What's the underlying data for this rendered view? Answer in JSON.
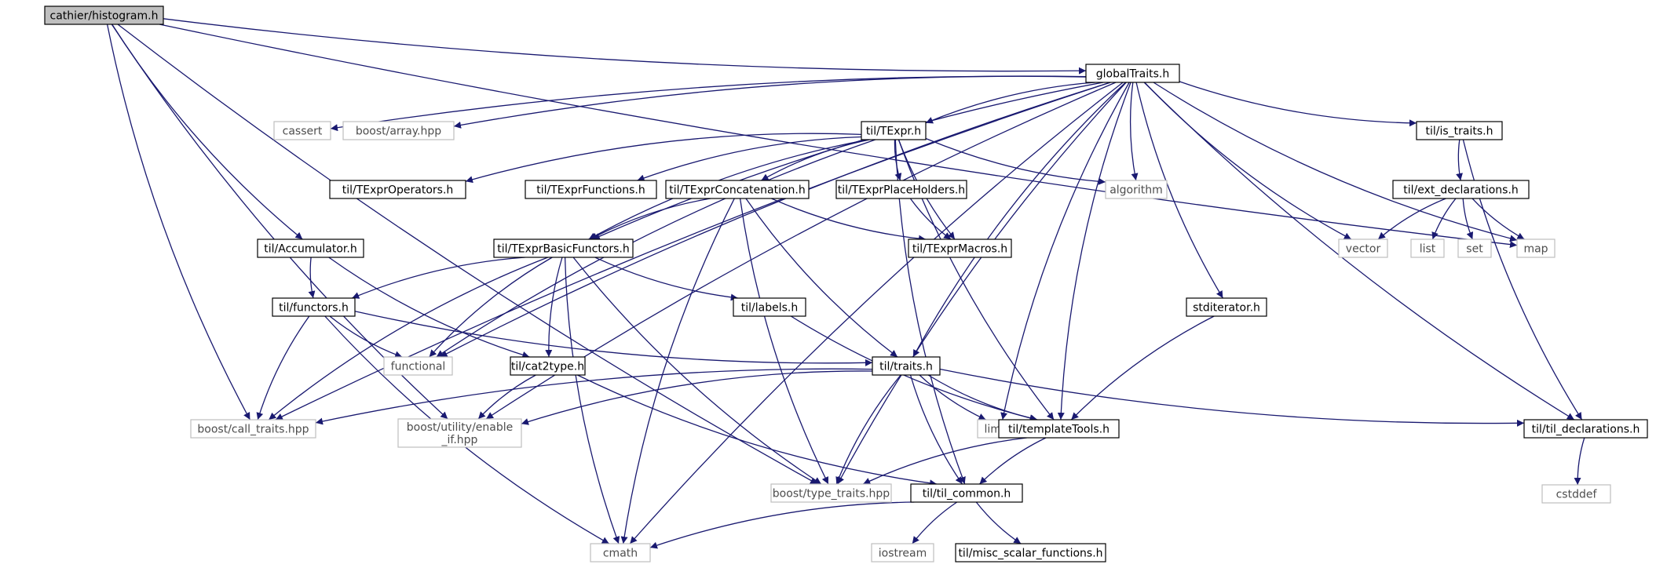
{
  "colors": {
    "edge": "#191970",
    "root_fill": "#bfbfbf",
    "external_border": "#bfbfbf",
    "local_border": "#000000"
  },
  "nodes": [
    {
      "id": "histogram",
      "label": "cathier/histogram.h",
      "kind": "root"
    },
    {
      "id": "globalTraits",
      "label": "globalTraits.h",
      "kind": "local"
    },
    {
      "id": "cassert",
      "label": "cassert",
      "kind": "ext"
    },
    {
      "id": "boost_array",
      "label": "boost/array.hpp",
      "kind": "ext"
    },
    {
      "id": "TExpr",
      "label": "til/TExpr.h",
      "kind": "local"
    },
    {
      "id": "is_traits",
      "label": "til/is_traits.h",
      "kind": "local"
    },
    {
      "id": "TExprOperators",
      "label": "til/TExprOperators.h",
      "kind": "local"
    },
    {
      "id": "TExprFunctions",
      "label": "til/TExprFunctions.h",
      "kind": "local"
    },
    {
      "id": "TExprConcatenation",
      "label": "til/TExprConcatenation.h",
      "kind": "local"
    },
    {
      "id": "TExprPlaceHolders",
      "label": "til/TExprPlaceHolders.h",
      "kind": "local"
    },
    {
      "id": "algorithm",
      "label": "algorithm",
      "kind": "ext"
    },
    {
      "id": "ext_declarations",
      "label": "til/ext_declarations.h",
      "kind": "local"
    },
    {
      "id": "Accumulator",
      "label": "til/Accumulator.h",
      "kind": "local"
    },
    {
      "id": "TExprBasicFunctors",
      "label": "til/TExprBasicFunctors.h",
      "kind": "local"
    },
    {
      "id": "TExprMacros",
      "label": "til/TExprMacros.h",
      "kind": "local"
    },
    {
      "id": "vector",
      "label": "vector",
      "kind": "ext"
    },
    {
      "id": "list",
      "label": "list",
      "kind": "ext"
    },
    {
      "id": "set",
      "label": "set",
      "kind": "ext"
    },
    {
      "id": "map",
      "label": "map",
      "kind": "ext"
    },
    {
      "id": "functors",
      "label": "til/functors.h",
      "kind": "local"
    },
    {
      "id": "labels",
      "label": "til/labels.h",
      "kind": "local"
    },
    {
      "id": "stditerator",
      "label": "stditerator.h",
      "kind": "local"
    },
    {
      "id": "functional",
      "label": "functional",
      "kind": "ext"
    },
    {
      "id": "cat2type",
      "label": "til/cat2type.h",
      "kind": "local"
    },
    {
      "id": "traits",
      "label": "til/traits.h",
      "kind": "local"
    },
    {
      "id": "call_traits",
      "label": "boost/call_traits.hpp",
      "kind": "ext"
    },
    {
      "id": "enable_if",
      "label": "boost/utility/enable\n_if.hpp",
      "kind": "ext"
    },
    {
      "id": "limits",
      "label": "limits",
      "kind": "ext"
    },
    {
      "id": "templateTools",
      "label": "til/templateTools.h",
      "kind": "local"
    },
    {
      "id": "til_declarations",
      "label": "til/til_declarations.h",
      "kind": "local"
    },
    {
      "id": "type_traits",
      "label": "boost/type_traits.hpp",
      "kind": "ext"
    },
    {
      "id": "til_common",
      "label": "til/til_common.h",
      "kind": "local"
    },
    {
      "id": "cstddef",
      "label": "cstddef",
      "kind": "ext"
    },
    {
      "id": "cmath",
      "label": "cmath",
      "kind": "ext"
    },
    {
      "id": "iostream",
      "label": "iostream",
      "kind": "ext"
    },
    {
      "id": "misc_scalar",
      "label": "til/misc_scalar_functions.h",
      "kind": "local"
    }
  ],
  "edges": [
    [
      "histogram",
      "globalTraits"
    ],
    [
      "histogram",
      "Accumulator"
    ],
    [
      "histogram",
      "map"
    ],
    [
      "histogram",
      "call_traits"
    ],
    [
      "histogram",
      "enable_if"
    ],
    [
      "histogram",
      "type_traits"
    ],
    [
      "globalTraits",
      "cassert"
    ],
    [
      "globalTraits",
      "boost_array"
    ],
    [
      "globalTraits",
      "TExpr"
    ],
    [
      "globalTraits",
      "is_traits"
    ],
    [
      "globalTraits",
      "algorithm"
    ],
    [
      "globalTraits",
      "vector"
    ],
    [
      "globalTraits",
      "map"
    ],
    [
      "globalTraits",
      "TExprBasicFunctors"
    ],
    [
      "globalTraits",
      "functional"
    ],
    [
      "globalTraits",
      "call_traits"
    ],
    [
      "globalTraits",
      "enable_if"
    ],
    [
      "globalTraits",
      "cmath"
    ],
    [
      "globalTraits",
      "traits"
    ],
    [
      "globalTraits",
      "limits"
    ],
    [
      "globalTraits",
      "stditerator"
    ],
    [
      "globalTraits",
      "type_traits"
    ],
    [
      "globalTraits",
      "templateTools"
    ],
    [
      "globalTraits",
      "til_declarations"
    ],
    [
      "TExpr",
      "TExprOperators"
    ],
    [
      "TExpr",
      "TExprFunctions"
    ],
    [
      "TExpr",
      "TExprConcatenation"
    ],
    [
      "TExpr",
      "TExprPlaceHolders"
    ],
    [
      "TExpr",
      "TExprMacros"
    ],
    [
      "TExpr",
      "algorithm"
    ],
    [
      "TExpr",
      "TExprBasicFunctors"
    ],
    [
      "TExpr",
      "functional"
    ],
    [
      "TExpr",
      "templateTools"
    ],
    [
      "TExpr",
      "til_common"
    ],
    [
      "is_traits",
      "ext_declarations"
    ],
    [
      "is_traits",
      "til_declarations"
    ],
    [
      "ext_declarations",
      "vector"
    ],
    [
      "ext_declarations",
      "list"
    ],
    [
      "ext_declarations",
      "set"
    ],
    [
      "ext_declarations",
      "map"
    ],
    [
      "TExprConcatenation",
      "TExprBasicFunctors"
    ],
    [
      "TExprConcatenation",
      "TExprMacros"
    ],
    [
      "TExprConcatenation",
      "traits"
    ],
    [
      "TExprConcatenation",
      "type_traits"
    ],
    [
      "TExprConcatenation",
      "cmath"
    ],
    [
      "TExprPlaceHolders",
      "TExprMacros"
    ],
    [
      "Accumulator",
      "functors"
    ],
    [
      "Accumulator",
      "cat2type"
    ],
    [
      "TExprBasicFunctors",
      "functors"
    ],
    [
      "TExprBasicFunctors",
      "labels"
    ],
    [
      "TExprBasicFunctors",
      "functional"
    ],
    [
      "TExprBasicFunctors",
      "cat2type"
    ],
    [
      "TExprBasicFunctors",
      "call_traits"
    ],
    [
      "TExprBasicFunctors",
      "cmath"
    ],
    [
      "TExprBasicFunctors",
      "type_traits"
    ],
    [
      "functors",
      "functional"
    ],
    [
      "functors",
      "traits"
    ],
    [
      "functors",
      "call_traits"
    ],
    [
      "functors",
      "cmath"
    ],
    [
      "labels",
      "templateTools"
    ],
    [
      "stditerator",
      "templateTools"
    ],
    [
      "cat2type",
      "enable_if"
    ],
    [
      "cat2type",
      "til_common"
    ],
    [
      "traits",
      "call_traits"
    ],
    [
      "traits",
      "enable_if"
    ],
    [
      "traits",
      "limits"
    ],
    [
      "traits",
      "templateTools"
    ],
    [
      "traits",
      "til_declarations"
    ],
    [
      "traits",
      "type_traits"
    ],
    [
      "traits",
      "til_common"
    ],
    [
      "templateTools",
      "type_traits"
    ],
    [
      "templateTools",
      "til_common"
    ],
    [
      "til_declarations",
      "cstddef"
    ],
    [
      "til_common",
      "cmath"
    ],
    [
      "til_common",
      "iostream"
    ],
    [
      "til_common",
      "misc_scalar"
    ]
  ]
}
